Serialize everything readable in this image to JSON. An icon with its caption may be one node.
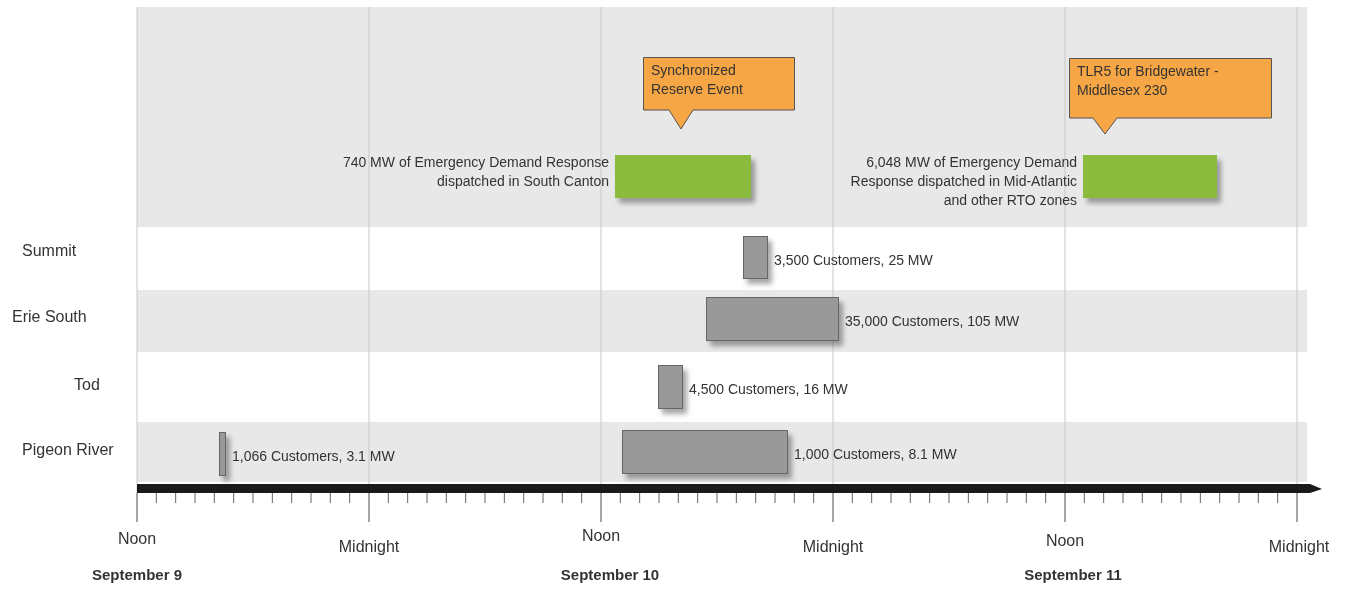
{
  "diagram": {
    "nodes": [
      {
        "text": [
          "Synchronized Reserve Event"
        ]
      },
      {
        "text": [],
        "shape": "bar",
        "beside": [
          "740 MW of Emergency Demand Response dispatched in South Canton"
        ]
      },
      {
        "text": [
          "TLR5 for Bridgewater - Middlesex 230"
        ]
      },
      {
        "text": [],
        "shape": "bar",
        "beside": [
          "6,048 MW of Emergency Demand Response dispatched in Mid-Atlantic and other RTO zones"
        ]
      },
      {
        "text": [],
        "shape": "bar",
        "beside": [
          "3,500 Customers, 25 MW"
        ]
      },
      {
        "text": [],
        "shape": "bar",
        "beside": [
          "35,000 Customers, 105 MW"
        ]
      },
      {
        "text": [],
        "shape": "bar",
        "beside": [
          "4,500 Customers, 16 MW"
        ]
      },
      {
        "text": [],
        "shape": "bar",
        "beside": [
          "1,066 Customers, 3.1 MW"
        ]
      },
      {
        "text": [],
        "shape": "bar",
        "beside": [
          "1,000 Customers, 8.1 MW"
        ]
      }
    ],
    "labels": [
      "Summit",
      "Erie South",
      "Tod",
      "Pigeon River",
      "Noon",
      "Midnight",
      "Noon",
      "Midnight",
      "Noon",
      "Midnight",
      "September 9",
      "September 10",
      "September 11"
    ]
  }
}
